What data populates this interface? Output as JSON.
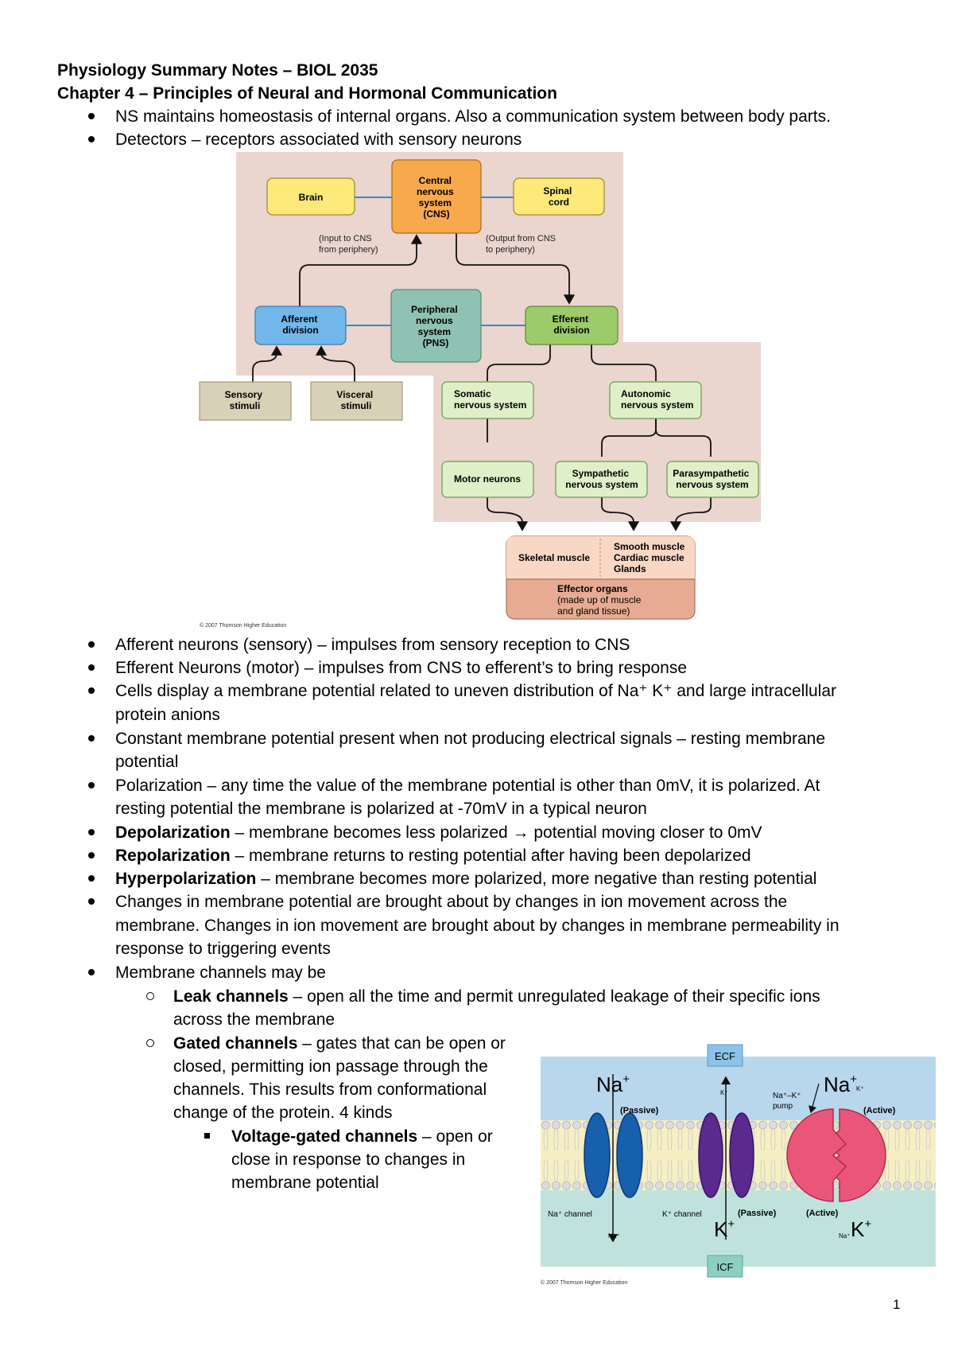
{
  "header": {
    "title": "Physiology Summary Notes – BIOL 2035",
    "chapter": "Chapter 4 – Principles of Neural and Hormonal Communication"
  },
  "bullets_top": [
    "NS maintains homeostasis of internal organs. Also a communication system between body parts.",
    "Detectors – receptors associated with sensory neurons"
  ],
  "nervous_diagram": {
    "cns": [
      "Central",
      "nervous",
      "system",
      "(CNS)"
    ],
    "brain": "Brain",
    "spinal": [
      "Spinal",
      "cord"
    ],
    "input_note": [
      "(Input to CNS",
      "from periphery)"
    ],
    "output_note": [
      "(Output from CNS",
      "to periphery)"
    ],
    "afferent": [
      "Afferent",
      "division"
    ],
    "pns": [
      "Peripheral",
      "nervous",
      "system",
      "(PNS)"
    ],
    "efferent": [
      "Efferent",
      "division"
    ],
    "sensory": [
      "Sensory",
      "stimuli"
    ],
    "visceral": [
      "Visceral",
      "stimuli"
    ],
    "somatic": [
      "Somatic",
      "nervous system"
    ],
    "autonomic": [
      "Autonomic",
      "nervous system"
    ],
    "motor": "Motor neurons",
    "sympathetic": [
      "Sympathetic",
      "nervous system"
    ],
    "parasympathetic": [
      "Parasympathetic",
      "nervous system"
    ],
    "skeletal": "Skeletal muscle",
    "smooth": [
      "Smooth muscle",
      "Cardiac muscle",
      "Glands"
    ],
    "effector": [
      "Effector organs",
      "(made up of muscle",
      "and gland tissue)"
    ],
    "copyright": "© 2007 Thomson Higher Education"
  },
  "bullets_mid": [
    {
      "bold": "",
      "text": "Afferent neurons (sensory) – impulses from sensory reception to CNS"
    },
    {
      "bold": "",
      "text": "Efferent Neurons (motor) – impulses from CNS to efferent’s to bring response"
    },
    {
      "bold": "",
      "text": "Cells display a membrane potential related to uneven distribution of Na⁺ K⁺ and large intracellular",
      "cont": "protein anions"
    },
    {
      "bold": "",
      "text": "Constant membrane potential present when not producing electrical signals – resting membrane",
      "cont": "potential"
    },
    {
      "bold": "",
      "text": "Polarization – any time the value of the membrane potential is other than 0mV, it is polarized.  At",
      "cont": "resting potential the membrane is polarized at -70mV in a typical neuron"
    },
    {
      "bold": "Depolarization",
      "text": " – membrane becomes less polarized → potential moving closer to 0mV"
    },
    {
      "bold": "Repolarization",
      "text": " – membrane returns to resting potential after having been depolarized"
    },
    {
      "bold": "Hyperpolarization",
      "text": " – membrane becomes more polarized, more negative than resting potential"
    },
    {
      "bold": "",
      "text": "Changes in membrane potential are brought about by changes in ion movement across the",
      "cont": "membrane.  Changes in ion movement are brought about by changes in membrane permeability in",
      "cont2": "response to triggering events"
    },
    {
      "bold": "",
      "text": "Membrane channels may be"
    }
  ],
  "sub_bullets": {
    "leak_bold": "Leak channels",
    "leak_text": " – open all the time and permit unregulated leakage of their specific ions",
    "leak_cont": "across the membrane",
    "gated_bold": "Gated channels",
    "gated_text": " – gates that can be open or",
    "gated_lines": [
      "closed, permitting ion passage through the",
      "channels.  This results from conformational",
      "change of the protein.  4 kinds"
    ],
    "voltage_bold": "Voltage-gated channels",
    "voltage_text": " – open or",
    "voltage_lines": [
      "close in response to changes in",
      "membrane potential"
    ]
  },
  "membrane_diagram": {
    "ecf": "ECF",
    "icf": "ICF",
    "na_big": "Na",
    "k_big": "K",
    "passive": "(Passive)",
    "active": "(Active)",
    "pump": [
      "Na⁺–K⁺",
      "pump"
    ],
    "na_channel": "Na⁺ channel",
    "k_channel": "K⁺ channel",
    "k_small": "K⁺",
    "na_small": "Na⁺",
    "copyright": "© 2007 Thomson Higher Education"
  },
  "page_number": "1"
}
